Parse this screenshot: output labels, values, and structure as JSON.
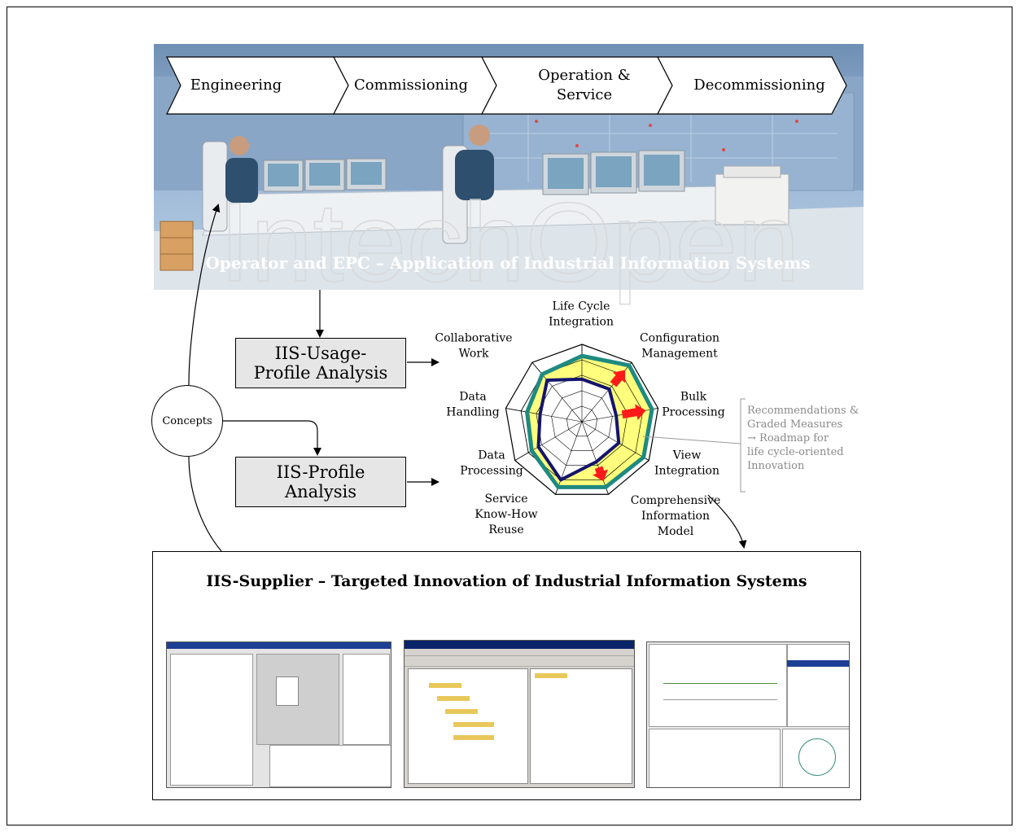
{
  "phases": [
    "Engineering",
    "Commissioning",
    "Operation &\nService",
    "Decommissioning"
  ],
  "photo_caption": "Operator and EPC – Application of Industrial Information Systems",
  "boxes": {
    "usage_profile": "IIS-Usage-\nProfile Analysis",
    "profile": "IIS-Profile\nAnalysis"
  },
  "concepts_label": "Concepts",
  "radar": {
    "axes": [
      "Life Cycle\nIntegration",
      "Configuration\nManagement",
      "Bulk\nProcessing",
      "View\nIntegration",
      "Comprehensive\nInformation\nModel",
      "Service\nKnow-How\nReuse",
      "Data\nProcessing",
      "Data\nHandling",
      "Collaborative\nWork"
    ],
    "rings": 5,
    "profile_target": [
      0.85,
      0.95,
      0.92,
      0.92,
      0.9,
      0.9,
      0.75,
      0.72,
      0.8
    ],
    "profile_current": [
      0.55,
      0.55,
      0.45,
      0.55,
      0.55,
      0.8,
      0.65,
      0.55,
      0.7
    ],
    "colors": {
      "target": "#1e8a80",
      "current": "#14146e",
      "fill": "#ffff66",
      "arrow": "#ff1a1a"
    }
  },
  "recommendations": "Recommendations &\nGraded Measures\n→ Roadmap for\nlife cycle-oriented\nInnovation",
  "supplier_title": "IIS-Supplier – Targeted Innovation of Industrial Information Systems",
  "watermark": "IntechOpen"
}
